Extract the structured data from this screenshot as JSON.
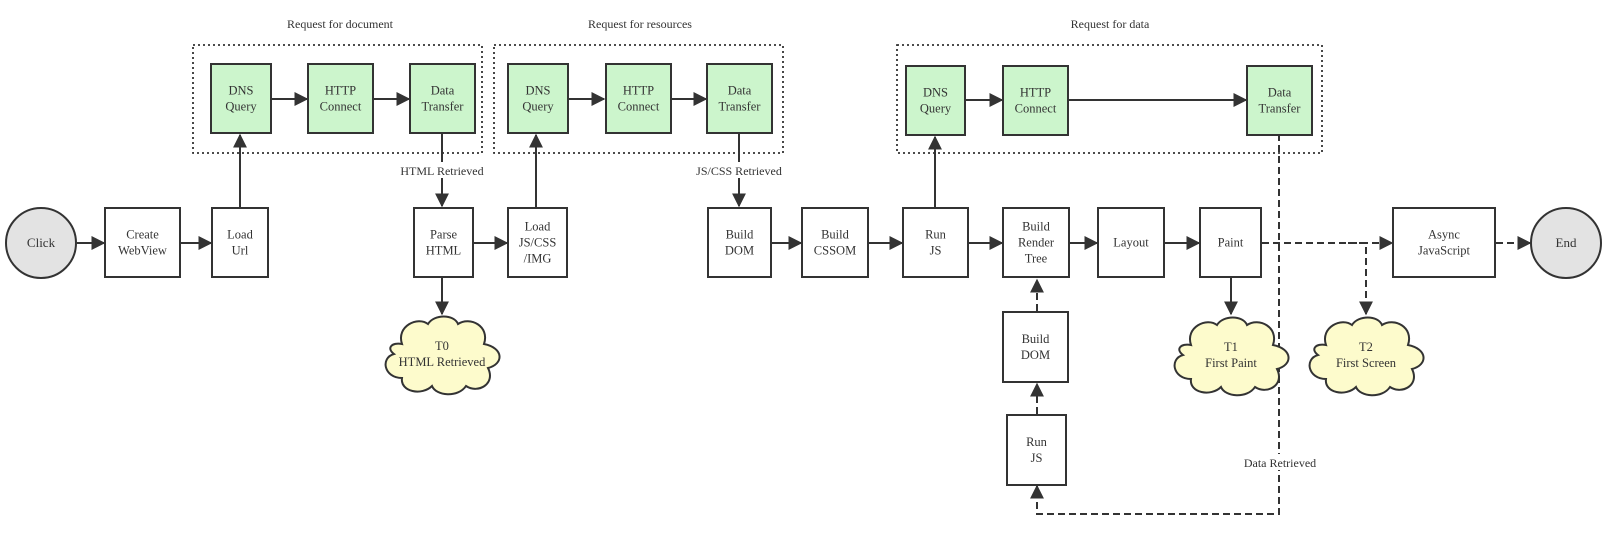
{
  "colors": {
    "stroke": "#333333",
    "network_fill": "#ccf5cc",
    "process_fill": "#ffffff",
    "terminal_fill": "#e3e3e3",
    "milestone_fill": "#fdfbcc"
  },
  "groups": {
    "document": "Request for document",
    "resources": "Request for resources",
    "data": "Request for data"
  },
  "nodes": {
    "click": "Click",
    "create_webview": [
      "Create",
      "WebView"
    ],
    "load_url": [
      "Load",
      "Url"
    ],
    "doc_dns": [
      "DNS",
      "Query"
    ],
    "doc_http": [
      "HTTP",
      "Connect"
    ],
    "doc_transfer": [
      "Data",
      "Transfer"
    ],
    "parse_html": [
      "Parse",
      "HTML"
    ],
    "load_resources": [
      "Load",
      "JS/CSS",
      "/IMG"
    ],
    "res_dns": [
      "DNS",
      "Query"
    ],
    "res_http": [
      "HTTP",
      "Connect"
    ],
    "res_transfer": [
      "Data",
      "Transfer"
    ],
    "build_dom": [
      "Build",
      "DOM"
    ],
    "build_cssom": [
      "Build",
      "CSSOM"
    ],
    "run_js": [
      "Run",
      "JS"
    ],
    "data_dns": [
      "DNS",
      "Query"
    ],
    "data_http": [
      "HTTP",
      "Connect"
    ],
    "data_transfer": [
      "Data",
      "Transfer"
    ],
    "build_render_tree": [
      "Build",
      "Render",
      "Tree"
    ],
    "layout": "Layout",
    "paint": "Paint",
    "async_js": [
      "Async",
      "JavaScript"
    ],
    "end": "End",
    "build_dom_2": [
      "Build",
      "DOM"
    ],
    "run_js_2": [
      "Run",
      "JS"
    ],
    "t0": [
      "T0",
      "HTML Retrieved"
    ],
    "t1": [
      "T1",
      "First Paint"
    ],
    "t2": [
      "T2",
      "First Screen"
    ]
  },
  "edge_labels": {
    "html_retrieved": "HTML Retrieved",
    "jscss_retrieved": "JS/CSS Retrieved",
    "data_retrieved": "Data Retrieved"
  }
}
